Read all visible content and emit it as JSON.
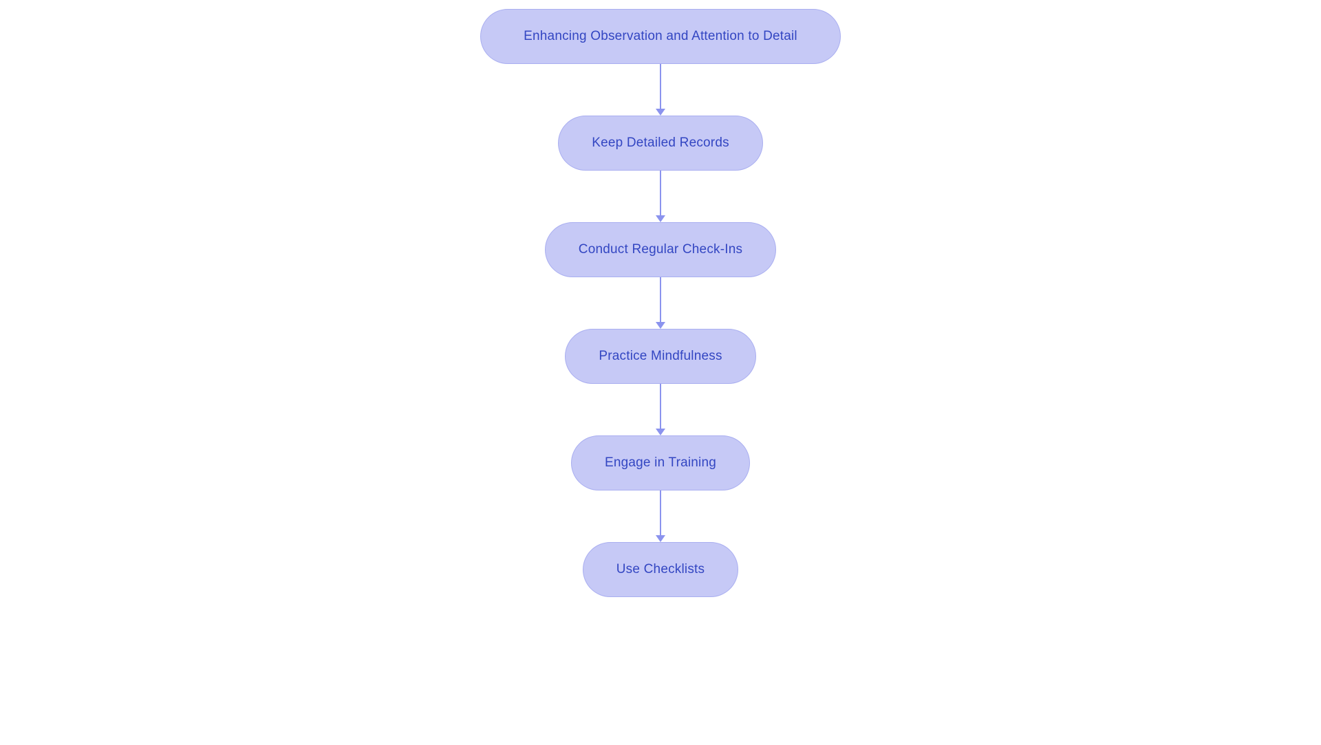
{
  "flowchart": {
    "type": "vertical-flowchart",
    "nodes": [
      {
        "label": "Enhancing Observation and Attention to Detail"
      },
      {
        "label": "Keep Detailed Records"
      },
      {
        "label": "Conduct Regular Check-Ins"
      },
      {
        "label": "Practice Mindfulness"
      },
      {
        "label": "Engage in Training"
      },
      {
        "label": "Use Checklists"
      }
    ],
    "colors": {
      "node_fill": "#c6c9f6",
      "node_border": "#a9aef0",
      "node_text": "#3346c2",
      "arrow": "#8b93ee",
      "background": "#ffffff"
    }
  }
}
